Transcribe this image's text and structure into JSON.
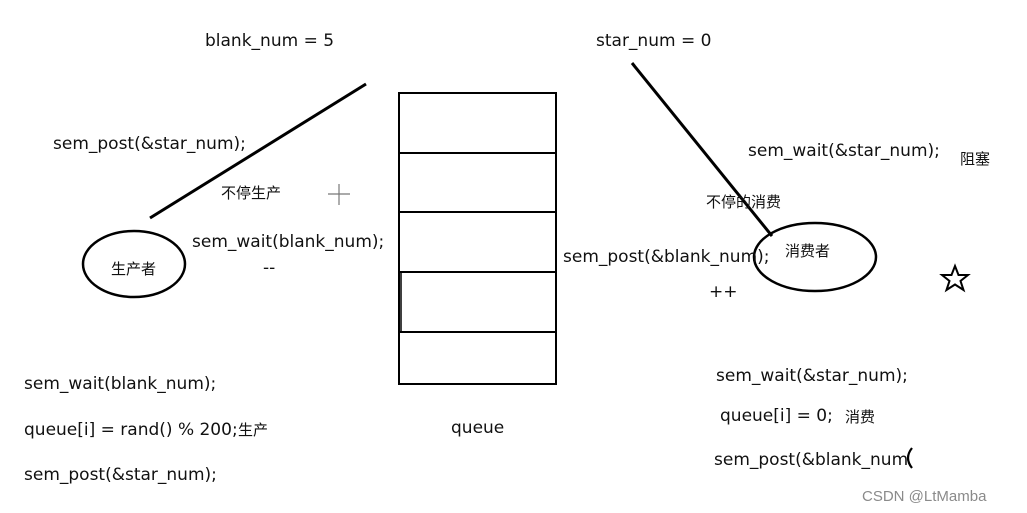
{
  "top": {
    "blank_num": "blank_num =  5",
    "star_num": "star_num = 0"
  },
  "producer": {
    "label": "生产者",
    "post_star": "sem_post(&star_num);",
    "continuous": "不停生产",
    "wait_blank": "sem_wait(blank_num);",
    "decrement": "--"
  },
  "queue": {
    "label": "queue",
    "slots": 5
  },
  "consumer": {
    "label": "消费者",
    "wait_star": "sem_wait(&star_num);",
    "blocked": "阻塞",
    "continuous": "不停的消费",
    "post_blank": "sem_post(&blank_num);",
    "increment": "++"
  },
  "producer_code": {
    "line1": "sem_wait(blank_num);",
    "line2": "queue[i] = rand() % 200;",
    "line2_note": "生产",
    "line3": "sem_post(&star_num);"
  },
  "consumer_code": {
    "line1": "sem_wait(&star_num);",
    "line2": "queue[i] = 0;",
    "line2_note": "消费",
    "line3": "sem_post(&blank_num"
  },
  "watermark": "CSDN @LtMamba",
  "icons": [
    "crosshair-icon",
    "star-icon"
  ]
}
